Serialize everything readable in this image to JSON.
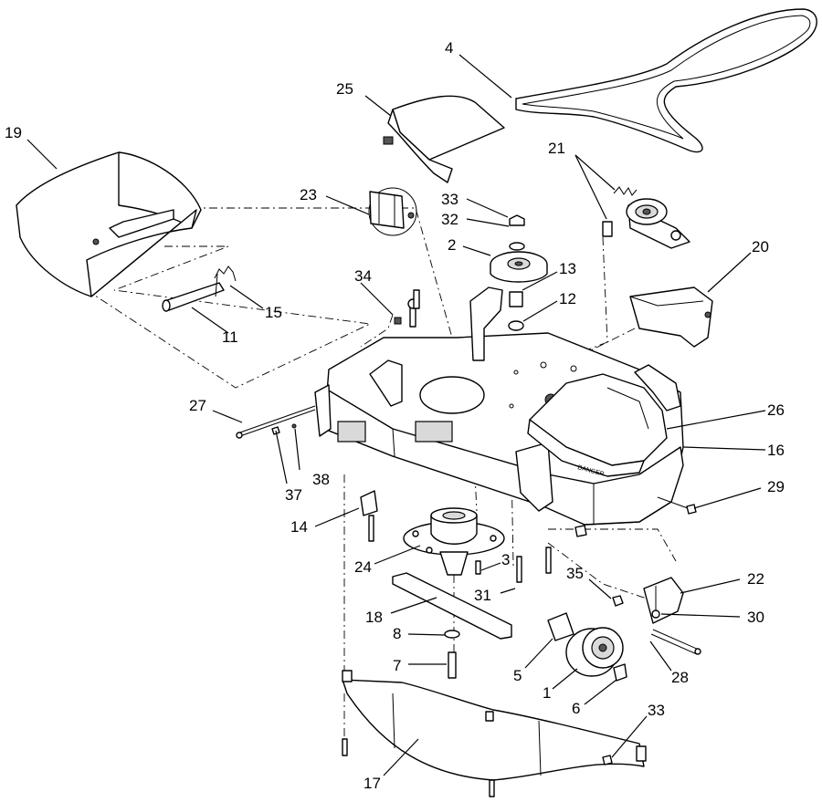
{
  "callouts": [
    {
      "id": "c4",
      "label": "4"
    },
    {
      "id": "c25",
      "label": "25"
    },
    {
      "id": "c19",
      "label": "19"
    },
    {
      "id": "c21",
      "label": "21"
    },
    {
      "id": "c23",
      "label": "23"
    },
    {
      "id": "c33a",
      "label": "33"
    },
    {
      "id": "c32",
      "label": "32"
    },
    {
      "id": "c2",
      "label": "2"
    },
    {
      "id": "c13",
      "label": "13"
    },
    {
      "id": "c12",
      "label": "12"
    },
    {
      "id": "c20",
      "label": "20"
    },
    {
      "id": "c34",
      "label": "34"
    },
    {
      "id": "c15",
      "label": "15"
    },
    {
      "id": "c11",
      "label": "11"
    },
    {
      "id": "c27",
      "label": "27"
    },
    {
      "id": "c26",
      "label": "26"
    },
    {
      "id": "c16",
      "label": "16"
    },
    {
      "id": "c38",
      "label": "38"
    },
    {
      "id": "c37",
      "label": "37"
    },
    {
      "id": "c29",
      "label": "29"
    },
    {
      "id": "c14",
      "label": "14"
    },
    {
      "id": "c24",
      "label": "24"
    },
    {
      "id": "c3",
      "label": "3"
    },
    {
      "id": "c31",
      "label": "31"
    },
    {
      "id": "c35",
      "label": "35"
    },
    {
      "id": "c22",
      "label": "22"
    },
    {
      "id": "c18",
      "label": "18"
    },
    {
      "id": "c30",
      "label": "30"
    },
    {
      "id": "c8",
      "label": "8"
    },
    {
      "id": "c7",
      "label": "7"
    },
    {
      "id": "c5",
      "label": "5"
    },
    {
      "id": "c28",
      "label": "28"
    },
    {
      "id": "c1",
      "label": "1"
    },
    {
      "id": "c6",
      "label": "6"
    },
    {
      "id": "c33b",
      "label": "33"
    },
    {
      "id": "c17",
      "label": "17"
    }
  ],
  "decal_text": "DANGER"
}
